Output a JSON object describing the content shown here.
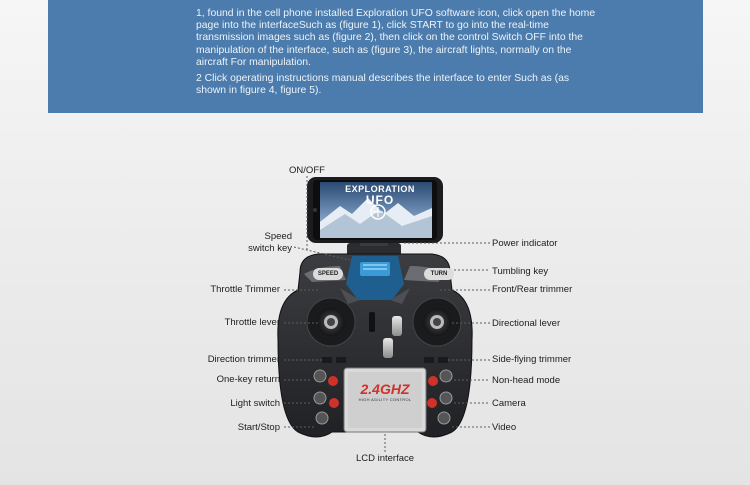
{
  "instructions": {
    "para1": "1, found in the cell phone installed Exploration UFO software icon, click open the home page into the interfaceSuch as (figure 1), click START to go into the real-time transmission images such as (figure 2), then click on the control Switch OFF into the manipulation of the interface, such as (figure 3), the aircraft lights, normally on the aircraft For manipulation.",
    "para2": "2 Click operating instructions manual describes the interface to enter Such as (as shown in figure 4, figure 5)."
  },
  "phone_screen": {
    "title_line1": "EXPLORATION",
    "title_line2": "UFO"
  },
  "controller": {
    "btn_speed": "SPEED",
    "btn_turn": "TURN",
    "lcd_big": "2.4GHZ",
    "lcd_small": "HIGH AGILITY CONTROL"
  },
  "labels": {
    "on_off": "ON/OFF",
    "speed_switch_key": [
      "Speed",
      "switch key"
    ],
    "throttle_trimmer": "Throttle Trimmer",
    "throttle_lever": "Throttle lever",
    "direction_trimmer": "Direction trimmer",
    "one_key_return": "One-key return",
    "light_switch": "Light switch",
    "start_stop": "Start/Stop",
    "lcd_interface": "LCD  interface",
    "power_indicator": "Power indicator",
    "tumbling_key": "Tumbling key",
    "front_rear_trimmer": "Front/Rear trimmer",
    "directional_lever": "Directional lever",
    "side_flying_trimmer": "Side-flying trimmer",
    "non_head_mode": "Non-head mode",
    "camera": "Camera",
    "video": "Video"
  },
  "colors": {
    "banner": "#4b7cad",
    "controller_body": "#2c2d30",
    "accent_blue": "#3a9bd6",
    "lcd_red": "#d0322a"
  }
}
